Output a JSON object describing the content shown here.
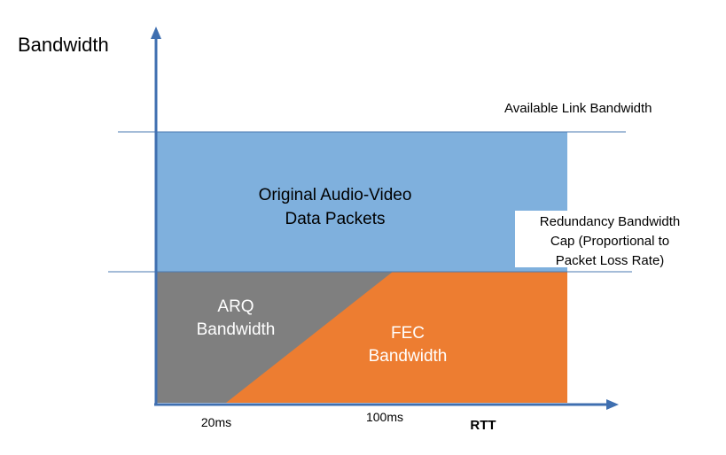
{
  "diagram": {
    "y_axis_label": "Bandwidth",
    "x_axis_label": "RTT",
    "x_ticks": [
      "20ms",
      "100ms"
    ],
    "available_link_label": "Available Link Bandwidth",
    "original_region": {
      "line1": "Original Audio-Video",
      "line2": "Data Packets"
    },
    "arq_region": {
      "line1": "ARQ",
      "line2": "Bandwidth"
    },
    "fec_region": {
      "line1": "FEC",
      "line2": "Bandwidth"
    },
    "redundancy_cap_label": {
      "line1": "Redundancy Bandwidth",
      "line2": "Cap (Proportional to",
      "line3": "Packet Loss Rate)"
    },
    "colors": {
      "original": "#7fb0dd",
      "arq": "#7f7f7f",
      "fec": "#ed7d31",
      "axis": "#3f6fb0",
      "guide_line": "#4a78b0"
    }
  }
}
